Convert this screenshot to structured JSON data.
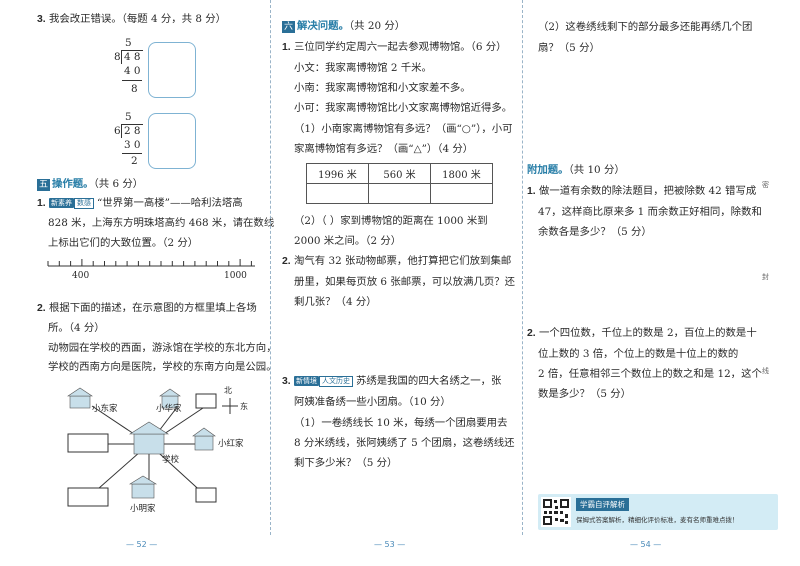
{
  "left": {
    "q3": {
      "num": "3.",
      "text": "我会改正错误。（每题 4 分，共 8 分）"
    },
    "div1": {
      "quotient": "5",
      "divisor": "8",
      "dividend": "4 8",
      "product": "4 0",
      "remainder": "8"
    },
    "div2": {
      "quotient": "5",
      "divisor": "6",
      "dividend": "2 8",
      "product": "3 0",
      "remainder": "2"
    },
    "section5": {
      "badge": "五",
      "title": "操作题。",
      "score": "（共 6 分）"
    },
    "q1": {
      "num": "1.",
      "tag": "新素养",
      "tag2": "数感",
      "line1": "“世界第一高楼”——哈利法塔高",
      "line2": "828 米，上海东方明珠塔高约 468 米，请在数线",
      "line3": "上标出它们的大致位置。（2 分）",
      "axis_left": "400",
      "axis_right": "1000"
    },
    "q2": {
      "num": "2.",
      "line1": "根据下面的描述，在示意图的方框里填上各场",
      "line2": "所。（4 分）",
      "line3": "动物园在学校的西面，游泳馆在学校的东北方向，",
      "line4": "学校的西南方向是医院，学校的东南方向是公园。"
    },
    "map": {
      "north": "北",
      "east": "东",
      "places": [
        "小东家",
        "小华家",
        "小红家",
        "学校",
        "小明家"
      ]
    },
    "page": "— 52 —"
  },
  "middle": {
    "section6": {
      "badge": "六",
      "title": "解决问题。",
      "score": "（共 20 分）"
    },
    "q1": {
      "num": "1.",
      "line1": "三位同学约定周六一起去参观博物馆。（6 分）",
      "line2": "小文：我家离博物馆 2 千米。",
      "line3": "小南：我家离博物馆和小文家差不多。",
      "line4": "小可：我家离博物馆比小文家离博物馆近得多。",
      "line5": "（1）小南家离博物馆有多远？（画“○”），小可",
      "line6": "家离博物馆有多远？（画“△”）（4 分）",
      "table": [
        "1996 米",
        "560 米",
        "1800 米"
      ],
      "line7": "（2）（        ）家到博物馆的距离在 1000 米到",
      "line8": "2000 米之间。（2 分）"
    },
    "q2": {
      "num": "2.",
      "line1": "淘气有 32 张动物邮票，他打算把它们放到集邮",
      "line2": "册里，如果每页放 6 张邮票，可以放满几页？还",
      "line3": "剩几张？（4 分）"
    },
    "q3": {
      "num": "3.",
      "tag": "新情境",
      "tag2": "人文历史",
      "line1": "苏绣是我国的四大名绣之一，张",
      "line2": "阿姨准备绣一些小团扇。（10 分）",
      "line3": "（1）一卷绣线长 10 米，每绣一个团扇要用去",
      "line4": "8 分米绣线，张阿姨绣了 5 个团扇，这卷绣线还",
      "line5": "剩下多少米？（5 分）"
    },
    "page": "— 53 —"
  },
  "right": {
    "cont": {
      "line1": "（2）这卷绣线剩下的部分最多还能再绣几个团",
      "line2": "扇？（5 分）"
    },
    "extra": {
      "title": "附加题。",
      "score": "（共 10 分）"
    },
    "q1": {
      "num": "1.",
      "line1": "做一道有余数的除法题目，把被除数 42 错写成",
      "line2": "47，这样商比原来多 1 而余数正好相同，除数和",
      "line3": "余数各是多少？（5 分）"
    },
    "q2": {
      "num": "2.",
      "line1": "一个四位数，千位上的数是 2，百位上的数是十",
      "line2": "位上数的 3 倍，个位上的数是十位上的数的",
      "line3": "2 倍，任意相邻三个数位上的数之和是 12，这个",
      "line4": "数是多少？（5 分）"
    },
    "qr": {
      "label": "学霸自评解析",
      "text": "保姆式答案解析，精细化评价标准，麦有名师重难点拨！"
    },
    "side": [
      "密",
      "封",
      "线"
    ],
    "page": "— 54 —"
  },
  "colors": {
    "accent": "#2a6f97",
    "box": "#7fb3d3",
    "panel": "#d3ecf5"
  }
}
